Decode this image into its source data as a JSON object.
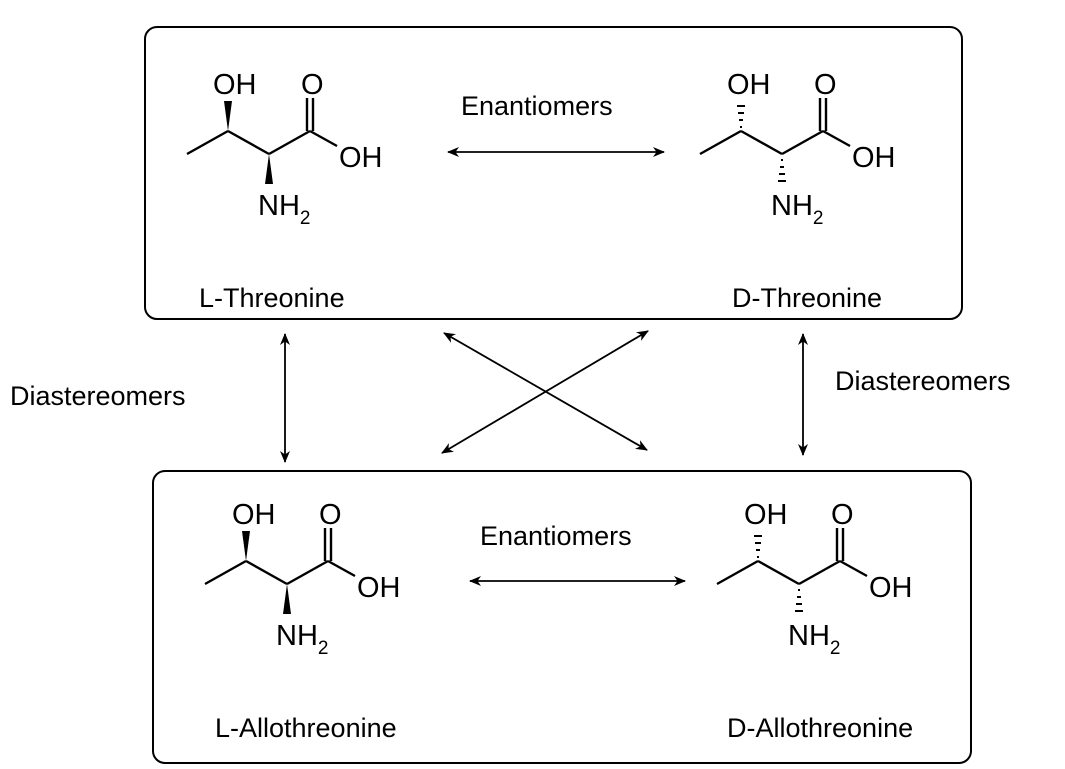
{
  "diagram": {
    "title": "Stereoisomers of Threonine",
    "molecules": [
      {
        "id": "l-threonine",
        "name": "L-Threonine",
        "atoms": {
          "oh": "OH",
          "o": "O",
          "acid_oh": "OH",
          "nh": "NH",
          "sub": "2"
        },
        "oh_bond": "wedge",
        "nh2_bond": "wedge"
      },
      {
        "id": "d-threonine",
        "name": "D-Threonine",
        "atoms": {
          "oh": "OH",
          "o": "O",
          "acid_oh": "OH",
          "nh": "NH",
          "sub": "2"
        },
        "oh_bond": "hash",
        "nh2_bond": "hash"
      },
      {
        "id": "l-allothreonine",
        "name": "L-Allothreonine",
        "atoms": {
          "oh": "OH",
          "o": "O",
          "acid_oh": "OH",
          "nh": "NH",
          "sub": "2"
        },
        "oh_bond": "wedge",
        "nh2_bond": "wedge"
      },
      {
        "id": "d-allothreonine",
        "name": "D-Allothreonine",
        "atoms": {
          "oh": "OH",
          "o": "O",
          "acid_oh": "OH",
          "nh": "NH",
          "sub": "2"
        },
        "oh_bond": "hash",
        "nh2_bond": "hash"
      }
    ],
    "relations": {
      "top_enantiomers": "Enantiomers",
      "bottom_enantiomers": "Enantiomers",
      "left_diastereomers": "Diastereomers",
      "right_diastereomers": "Diastereomers"
    }
  }
}
